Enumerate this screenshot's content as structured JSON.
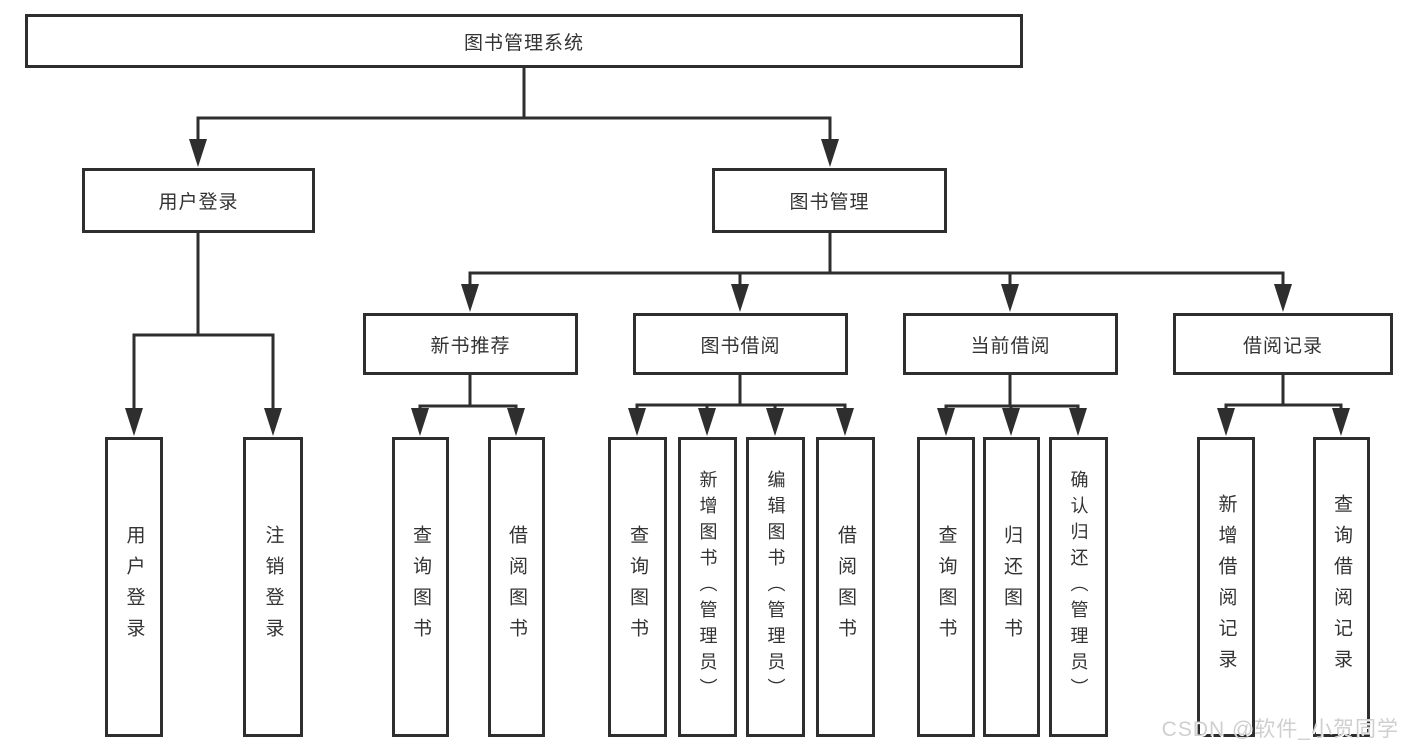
{
  "diagram": {
    "root": {
      "label": "图书管理系统"
    },
    "level2": [
      {
        "label": "用户登录"
      },
      {
        "label": "图书管理"
      }
    ],
    "level3": [
      {
        "label": "新书推荐"
      },
      {
        "label": "图书借阅"
      },
      {
        "label": "当前借阅"
      },
      {
        "label": "借阅记录"
      }
    ],
    "leaves": {
      "user_login": [
        {
          "label": "用户登录"
        },
        {
          "label": "注销登录"
        }
      ],
      "new_book_recommend": [
        {
          "label": "查询图书"
        },
        {
          "label": "借阅图书"
        }
      ],
      "book_borrow": [
        {
          "label": "查询图书"
        },
        {
          "label": "新增图书（管理员）"
        },
        {
          "label": "编辑图书（管理员）"
        },
        {
          "label": "借阅图书"
        }
      ],
      "current_borrow": [
        {
          "label": "查询图书"
        },
        {
          "label": "归还图书"
        },
        {
          "label": "确认归还（管理员）"
        }
      ],
      "borrow_record": [
        {
          "label": "新增借阅记录"
        },
        {
          "label": "查询借阅记录"
        }
      ]
    }
  },
  "watermark": {
    "text": "CSDN @软件_小贺同学"
  },
  "colors": {
    "line": "#2e2e2e",
    "box_fill": "#ffffff",
    "text": "#333333",
    "watermark": "#cfcfcf"
  }
}
